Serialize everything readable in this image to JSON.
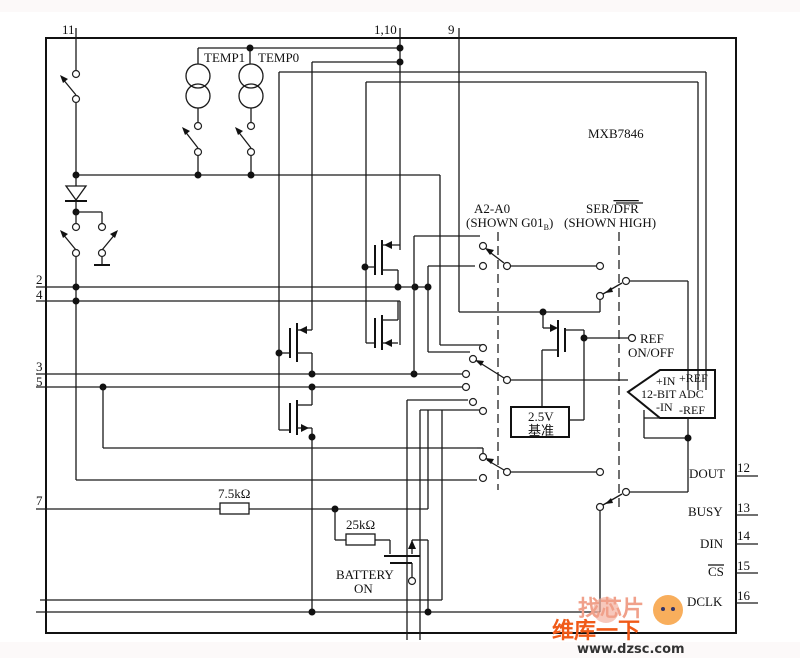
{
  "chip_name": "MXB7846",
  "pins": {
    "p11": "11",
    "p1_10": "1,10",
    "p9": "9",
    "p2": "2",
    "p4": "4",
    "p3": "3",
    "p5": "5",
    "p7": "7",
    "p12": "12",
    "p13": "13",
    "p14": "14",
    "p15": "15",
    "p16": "16"
  },
  "signals": {
    "dout": "DOUT",
    "busy": "BUSY",
    "din": "DIN",
    "cs": "CS",
    "dclk": "DCLK"
  },
  "labels": {
    "temp1": "TEMP1",
    "temp0": "TEMP0",
    "a2a0": "A2-A0",
    "a2a0_shown": "(SHOWN G01",
    "a2a0_sub": "B",
    "a2a0_close": ")",
    "serdfr_ser": "SER/",
    "serdfr_dfr": "DFR",
    "serdfr_shown": "(SHOWN HIGH)",
    "ref_onoff_1": "REF",
    "ref_onoff_2": "ON/OFF",
    "ref_voltage": "2.5V",
    "ref_voltage_cn": "基准",
    "adc_in_plus": "+IN",
    "adc_ref_plus": "+REF",
    "adc_title": "12-BIT ADC",
    "adc_in_minus": "-IN",
    "adc_ref_minus": "-REF",
    "r1": "7.5kΩ",
    "r2": "25kΩ",
    "battery_1": "BATTERY",
    "battery_2": "ON"
  },
  "watermark": {
    "line1": "找芯片",
    "line2": "维库一下",
    "url": "www.dzsc.com"
  }
}
